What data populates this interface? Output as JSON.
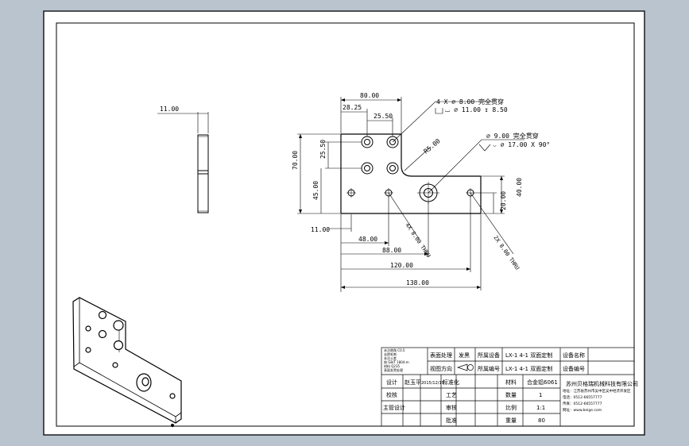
{
  "drawing": {
    "dimensions": {
      "side_thickness": "11.00",
      "top_width": "80.00",
      "offset_a": "28.25",
      "hole_pitch_x": "25.50",
      "overall_height": "70.00",
      "hole_pitch_y": "25.50",
      "lower_height": "45.00",
      "edge_x": "11.00",
      "pos_48": "48.00",
      "pos_88": "88.00",
      "pos_120": "120.00",
      "overall_width": "138.00",
      "right_height": "40.00",
      "right_mid": "20.00",
      "radius": "R5.00",
      "diag_a": "4X 8.00 THRU",
      "diag_b": "2X 8.00 THRU"
    },
    "notes": {
      "counterbore_1": "4 X ⌀ 8.00 完全贯穿",
      "counterbore_2": "⌴ ⌀ 11.00 ↧ 8.50",
      "countersink_1": "⌀ 9.00 完全贯穿",
      "countersink_2": "⌵ ⌀ 17.00 X 90°"
    }
  },
  "title_block": {
    "notes_lines": [
      "未注倒角 C0.5",
      "去除毛刺",
      "未注公差",
      "按 GB/T 1804-m",
      "材料 Q235",
      "表面发黑处理"
    ],
    "surface_label": "表面处理",
    "surface_value": "发黑",
    "projection_label": "视图方向",
    "equipment_name_label": "所属设备",
    "equipment_name_value": "LX-1 4-1 双面定制",
    "equipment_no_label": "所属编号",
    "equipment_no_value": "LX-1 4-1 双面定制",
    "equipment_field_label": "设备名称",
    "equipment_field_label2": "设备编号",
    "design_label": "设计",
    "design_name": "赵玉平",
    "design_date": "2015/12/15",
    "standard_label": "标准化",
    "check_label": "校核",
    "process_label": "工艺",
    "chief_label": "主管设计",
    "audit_label": "审核",
    "approve_label": "批准",
    "material_label": "材料",
    "material_value": "合金铝6061",
    "qty_label": "数量",
    "qty_value": "1",
    "scale_label": "比例",
    "scale_value": "1:1",
    "weight_label": "重量",
    "weight_value": "80",
    "company": "苏州贝格瑞机械科技有限公司",
    "address": "地址：江苏省苏州市吴中区吴中经济开发区",
    "tel": "电话：0512-66557777",
    "fax": "传真：0512-66557777",
    "web": "网址：www.beige.com"
  }
}
